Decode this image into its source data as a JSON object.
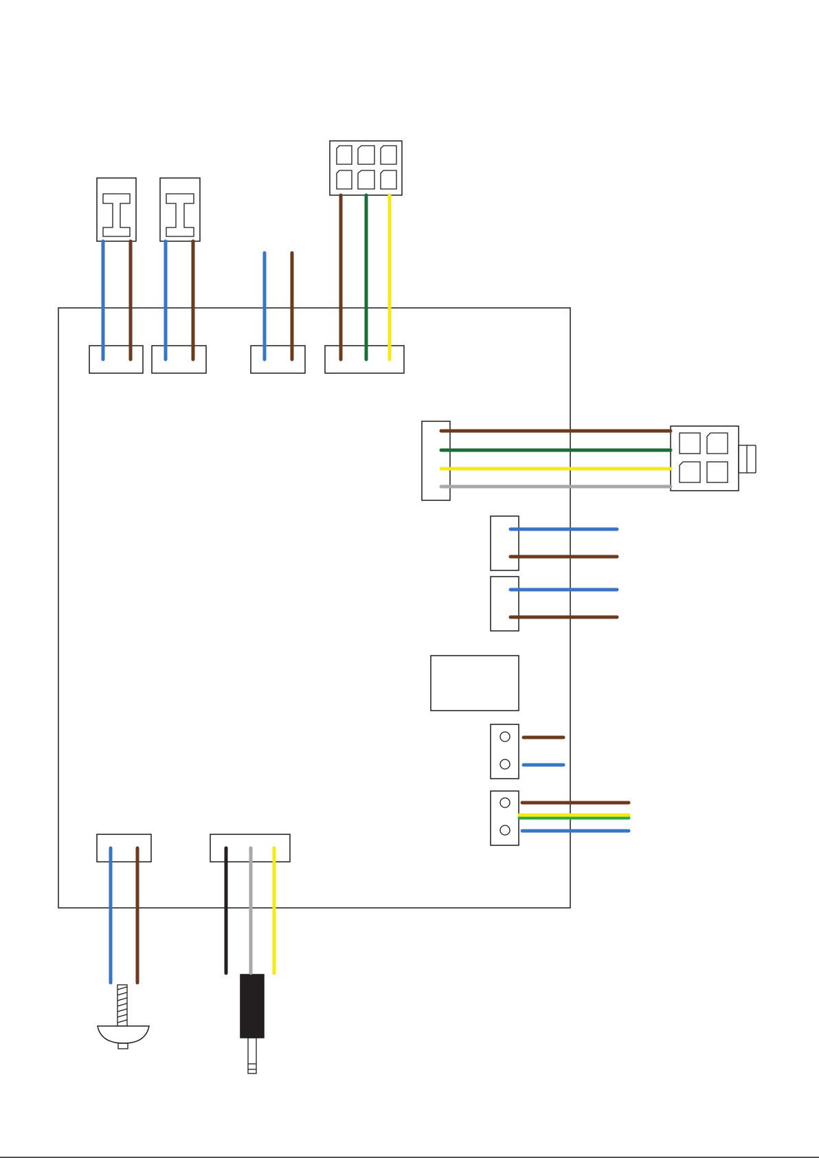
{
  "colors": {
    "blue": "#3a75c4",
    "brown": "#6b3a1f",
    "green": "#1f6b35",
    "yellow": "#f5ea14",
    "grey": "#a8a8a8",
    "black": "#231f20",
    "bright_green": "#2aa84a"
  },
  "components": {
    "board": "control-board",
    "spade_terminal_1": "spade-terminal-icon",
    "spade_terminal_2": "spade-terminal-icon",
    "six_pin_plug": "six-pin-molex-icon",
    "four_pin_plug": "four-pin-molex-icon",
    "relay": "relay-block",
    "screw_terminal_1": "two-way-screw-terminal",
    "screw_terminal_2": "two-way-screw-terminal",
    "thumb_screw": "thumb-screw-icon",
    "audio_jack": "audio-jack-icon"
  },
  "wire_groups": {
    "spade_1": [
      "blue",
      "brown"
    ],
    "spade_2": [
      "blue",
      "brown"
    ],
    "loose_pair": [
      "blue",
      "brown"
    ],
    "six_pin": [
      "brown",
      "green",
      "yellow"
    ],
    "four_pin": [
      "brown",
      "green",
      "yellow",
      "grey"
    ],
    "right_pair_1": [
      "blue",
      "brown"
    ],
    "right_pair_2": [
      "blue",
      "brown"
    ],
    "screw_1": [
      "brown",
      "blue"
    ],
    "screw_2": [
      "brown",
      "yellow-green",
      "blue"
    ],
    "bottom_screw": [
      "blue",
      "brown"
    ],
    "jack": [
      "black",
      "grey",
      "yellow"
    ]
  }
}
